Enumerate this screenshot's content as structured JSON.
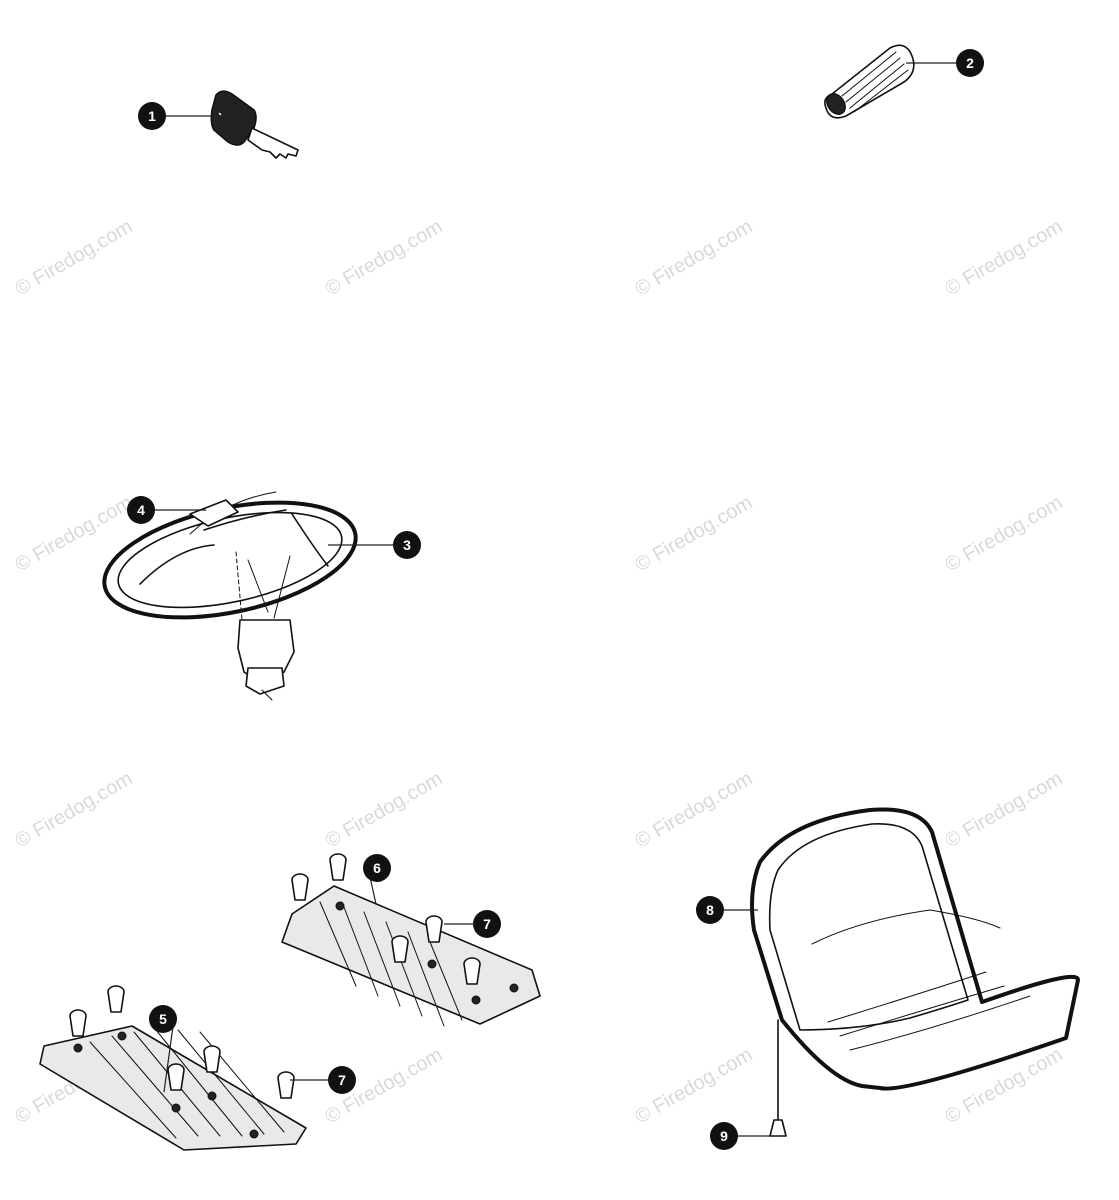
{
  "watermark": {
    "text": "© Firedog.com",
    "color": "#c9c9c9"
  },
  "callouts": [
    {
      "label": "1",
      "part": "ignition key"
    },
    {
      "label": "2",
      "part": "handle grip"
    },
    {
      "label": "3",
      "part": "steering wheel"
    },
    {
      "label": "4",
      "part": "steering wheel cap"
    },
    {
      "label": "5",
      "part": "left footrest mat"
    },
    {
      "label": "6",
      "part": "right footrest mat"
    },
    {
      "label": "7",
      "part": "push rivet"
    },
    {
      "label": "7",
      "part": "push rivet"
    },
    {
      "label": "8",
      "part": "seat"
    },
    {
      "label": "9",
      "part": "seat bolt"
    }
  ],
  "icons": {
    "key": "key-icon",
    "grip": "grip-icon",
    "steering_wheel": "steering-wheel-icon",
    "footrest": "footrest-icon",
    "seat": "seat-icon"
  }
}
